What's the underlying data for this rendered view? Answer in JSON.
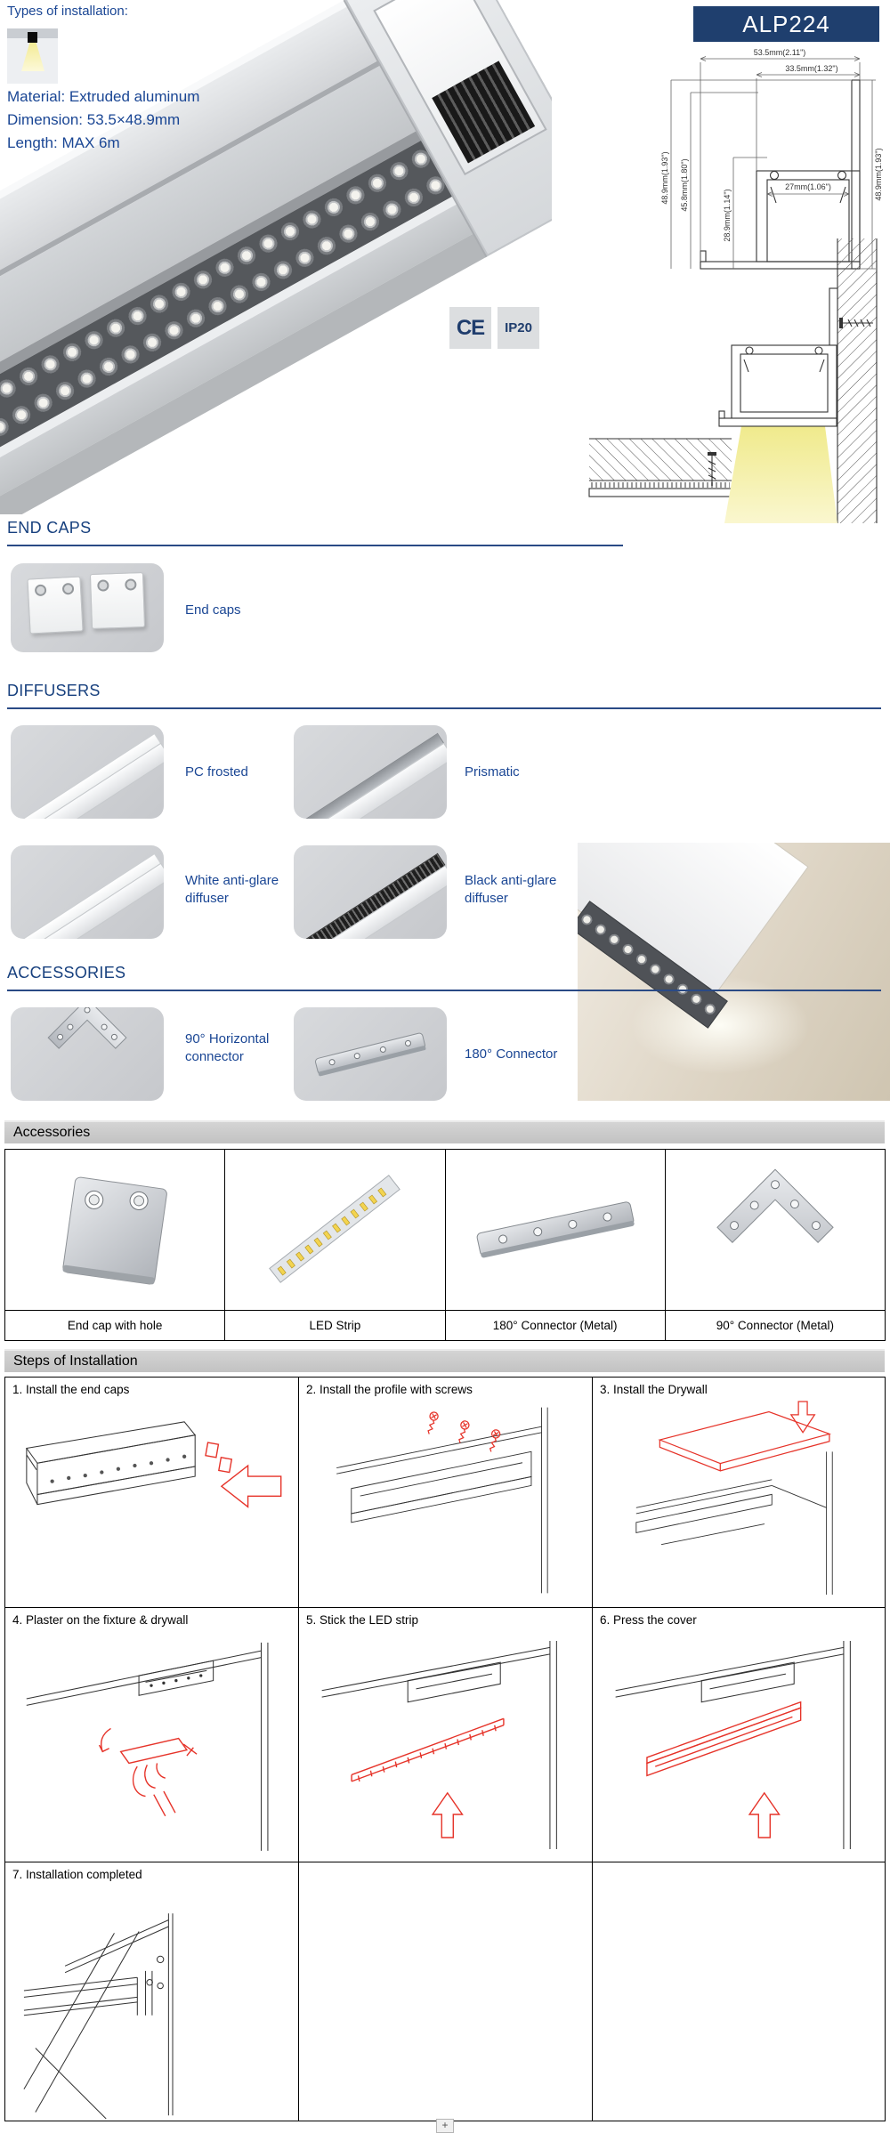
{
  "product": {
    "types_of_installation_label": "Types of installation:",
    "material": "Material: Extruded aluminum",
    "dimension": "Dimension: 53.5×48.9mm",
    "length": "Length: MAX 6m",
    "model": "ALP224",
    "certifications": [
      "CE",
      "IP20"
    ]
  },
  "dimension_drawing": {
    "width_total": "53.5mm(2.11\")",
    "width_inner": "33.5mm(1.32\")",
    "width_channel": "27mm(1.06\")",
    "height_channel": "28.9mm(1.14\")",
    "height_inner": "45.8mm(1.80\")",
    "height_total_left": "48.9mm(1.93\")",
    "height_total_right": "48.9mm(1.93\")"
  },
  "end_caps_section": {
    "title": "END CAPS",
    "caption": "End caps"
  },
  "diffusers_section": {
    "title": "DIFFUSERS",
    "items": [
      {
        "label": "PC frosted"
      },
      {
        "label": "Prismatic"
      },
      {
        "label": "White anti-glare diffuser"
      },
      {
        "label": "Black anti-glare diffuser"
      }
    ]
  },
  "accessories_section": {
    "title": "ACCESSORIES",
    "items": [
      {
        "label": "90° Horizontal connector"
      },
      {
        "label": "180° Connector"
      }
    ]
  },
  "accessories_table": {
    "title": "Accessories",
    "cells": [
      "End cap with hole",
      "LED Strip",
      "180° Connector (Metal)",
      "90° Connector (Metal)"
    ]
  },
  "installation_steps": {
    "title": "Steps of Installation",
    "steps": [
      "1. Install the end caps",
      "2. Install the profile with screws",
      "3. Install the Drywall",
      "4. Plaster on the fixture & drywall",
      "5. Stick the LED strip",
      "6. Press the cover",
      "7. Installation completed"
    ]
  },
  "viewer": {
    "zoom_in_label": "+"
  },
  "colors": {
    "navy": "#1f3f6e",
    "link_blue": "#1a4694",
    "bar_gray": "#c9c9c9",
    "accent_red": "#e63329",
    "beam_yellow": "#f3ee9e"
  }
}
